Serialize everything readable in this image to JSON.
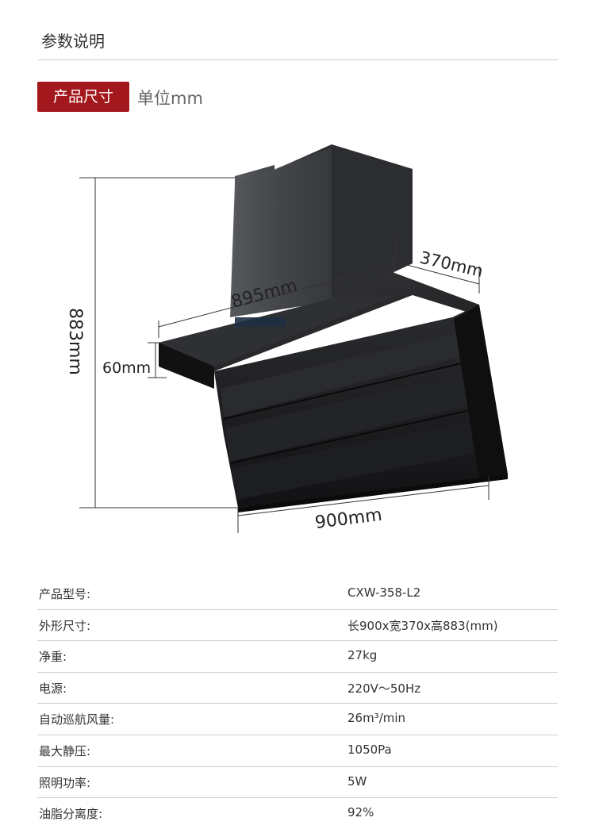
{
  "header": {
    "title": "参数说明"
  },
  "dimensions_section": {
    "badge": "产品尺寸",
    "unit": "单位mm",
    "labels": {
      "height": "883mm",
      "width_top": "895mm",
      "depth": "370mm",
      "front_height": "60mm",
      "width_bottom": "900mm"
    }
  },
  "specs": [
    {
      "key": "产品型号:",
      "value": "CXW-358-L2"
    },
    {
      "key": "外形尺寸:",
      "value": "长900x宽370x高883(mm)"
    },
    {
      "key": "净重:",
      "value": "27kg"
    },
    {
      "key": "电源:",
      "value": "220V～50Hz"
    },
    {
      "key": "自动巡航风量:",
      "value": "26m³/min"
    },
    {
      "key": "最大静压:",
      "value": "1050Pa"
    },
    {
      "key": "照明功率:",
      "value": "5W"
    },
    {
      "key": "油脂分离度:",
      "value": "92%"
    }
  ]
}
